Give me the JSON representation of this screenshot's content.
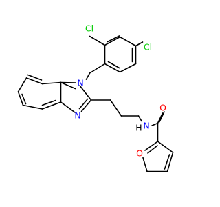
{
  "molecule": {
    "colors": {
      "bond": "#000000",
      "carbon": "#000000",
      "nitrogen": "#0000ff",
      "oxygen": "#ff0000",
      "chlorine": "#00cc00",
      "hydrogen": "#000000"
    },
    "atom_labels": {
      "cl1": "Cl",
      "cl2": "Cl",
      "n_benz_1": "N",
      "n_benz_2": "N",
      "n_amide": "N",
      "h_amide": "H",
      "o_carbonyl": "O",
      "o_furan": "O"
    }
  }
}
